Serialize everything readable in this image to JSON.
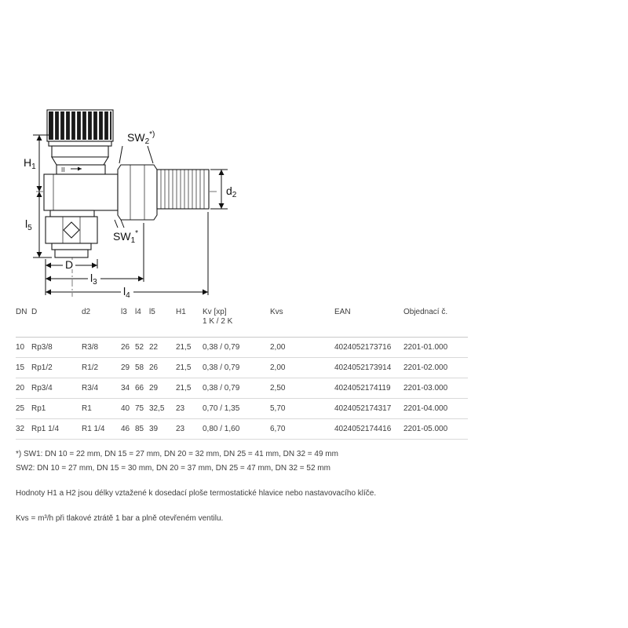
{
  "drawing": {
    "labels": {
      "h1": {
        "base": "H",
        "sub": "1"
      },
      "l5": {
        "base": "l",
        "sub": "5"
      },
      "d": {
        "base": "D"
      },
      "l3": {
        "base": "l",
        "sub": "3"
      },
      "l4": {
        "base": "l",
        "sub": "4"
      },
      "d2": {
        "base": "d",
        "sub": "2"
      },
      "sw2": {
        "base": "SW",
        "sub": "2",
        "sup": "*)"
      },
      "sw1": {
        "base": "SW",
        "sub": "1",
        "sup": "*"
      }
    },
    "body_mark": "II"
  },
  "table": {
    "headers": [
      "DN",
      "D",
      "d2",
      "l3",
      "l4",
      "l5",
      "H1",
      "Kv [xp]",
      "Kvs",
      "EAN",
      "Objednací č."
    ],
    "kv_subheader": "1 K / 2 K",
    "rows": [
      [
        "10",
        "Rp3/8",
        "R3/8",
        "26",
        "52",
        "22",
        "21,5",
        "0,38 / 0,79",
        "2,00",
        "4024052173716",
        "2201-01.000"
      ],
      [
        "15",
        "Rp1/2",
        "R1/2",
        "29",
        "58",
        "26",
        "21,5",
        "0,38 / 0,79",
        "2,00",
        "4024052173914",
        "2201-02.000"
      ],
      [
        "20",
        "Rp3/4",
        "R3/4",
        "34",
        "66",
        "29",
        "21,5",
        "0,38 / 0,79",
        "2,50",
        "4024052174119",
        "2201-03.000"
      ],
      [
        "25",
        "Rp1",
        "R1",
        "40",
        "75",
        "32,5",
        "23",
        "0,70 / 1,35",
        "5,70",
        "4024052174317",
        "2201-04.000"
      ],
      [
        "32",
        "Rp1 1/4",
        "R1 1/4",
        "46",
        "85",
        "39",
        "23",
        "0,80 / 1,60",
        "6,70",
        "4024052174416",
        "2201-05.000"
      ]
    ]
  },
  "notes": {
    "sw1": "*) SW1: DN 10 = 22 mm, DN 15 = 27 mm, DN 20 = 32 mm, DN 25 = 41 mm, DN 32 = 49 mm",
    "sw2": "SW2: DN 10 = 27 mm, DN 15 = 30 mm, DN 20 = 37 mm, DN 25 = 47 mm, DN 32 = 52 mm",
    "h1h2": "Hodnoty H1 a H2 jsou délky vztažené k dosedací ploše termostatické hlavice nebo nastavovacího klíče.",
    "kvs": "Kvs = m³/h při tlakové ztrátě 1 bar a plně otevřeném ventilu."
  }
}
